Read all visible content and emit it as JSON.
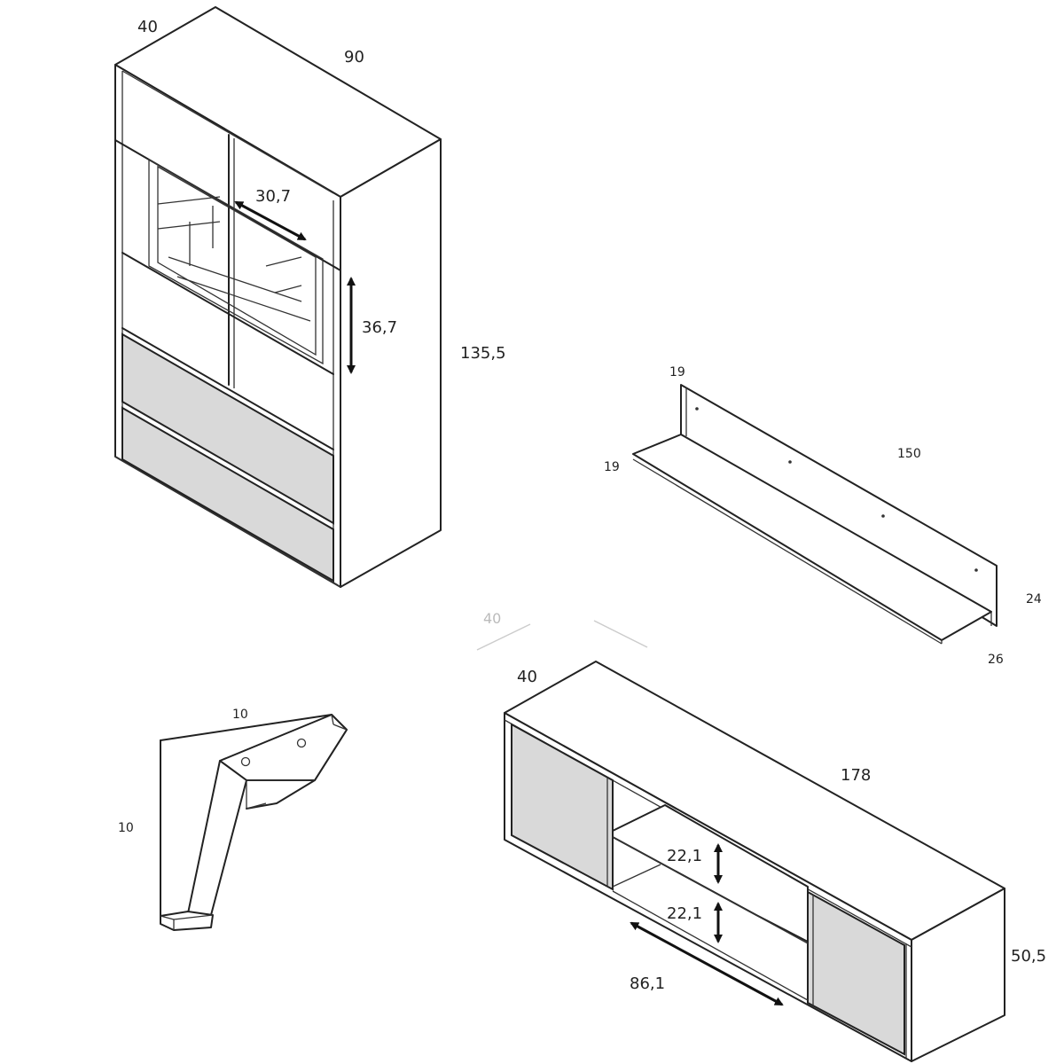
{
  "cabinet": {
    "depth": "40",
    "width": "90",
    "height": "135,5",
    "inner_width": "30,7",
    "inner_height": "36,7"
  },
  "shelf": {
    "back_height": "19",
    "depth": "19",
    "width": "150",
    "end_height": "24",
    "end_depth": "26"
  },
  "leg": {
    "width": "10",
    "height": "10"
  },
  "tv_unit": {
    "faint_depth": "40",
    "depth": "40",
    "width": "178",
    "shelf_gap_top": "22,1",
    "shelf_gap_bottom": "22,1",
    "niche_width": "86,1",
    "height": "50,5"
  }
}
